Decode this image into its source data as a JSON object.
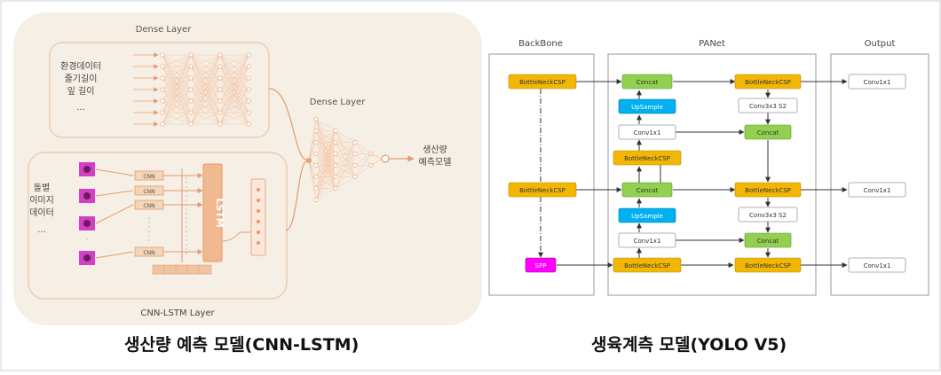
{
  "left": {
    "top_dense_label": "Dense Layer",
    "env_lines": [
      "환경데이터",
      "줄기길이",
      "잎 길이",
      "..."
    ],
    "img_lines": [
      "돌별",
      "이미지",
      "데이터",
      "..."
    ],
    "cnn_label": "CNN",
    "lstm_label": "LSTM",
    "mid_dense_label": "Dense Layer",
    "cnn_lstm_label": "CNN-LSTM Layer",
    "output_lines": [
      "생산량",
      "예측모델"
    ],
    "caption": "생산량 예측 모델(CNN-LSTM)"
  },
  "right": {
    "backbone_title": "BackBone",
    "panet_title": "PANet",
    "output_title": "Output",
    "bb_row1": "BottleNeckCSP",
    "bb_row2": "BottleNeckCSP",
    "bb_row3": "SPP",
    "c1_concat1": "Concat",
    "c1_upsample1": "UpSample",
    "c1_conv1": "Conv1x1",
    "c1_csp1": "BottleNeckCSP",
    "c1_concat2": "Concat",
    "c1_upsample2": "UpSample",
    "c1_conv2": "Conv1x1",
    "c1_csp2": "BottleNeckCSP",
    "c2_csp1": "BottleNeckCSP",
    "c2_conv3a": "Conv3x3 S2",
    "c2_concat1": "Concat",
    "c2_csp2": "BottleNeckCSP",
    "c2_conv3b": "Conv3x3 S2",
    "c2_concat2": "Concat",
    "c2_csp3": "BottleNeckCSP",
    "out1": "Conv1x1",
    "out2": "Conv1x1",
    "out3": "Conv1x1",
    "caption": "생육계측 모델(YOLO V5)"
  },
  "colors": {
    "csp": "#f2b705",
    "concat": "#92d050",
    "upsample": "#00b0f0",
    "spp": "#ff00ff",
    "left_bg": "#f6efe5",
    "left_line": "#f0b48c",
    "left_frame": "#e8cdb4"
  }
}
